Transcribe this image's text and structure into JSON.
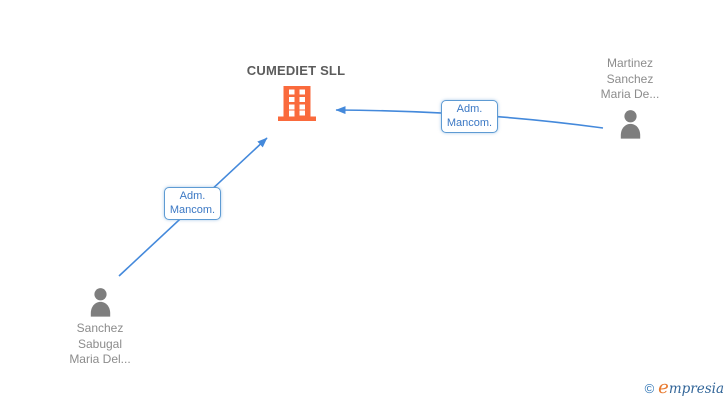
{
  "diagram": {
    "company": {
      "name": "CUMEDIET SLL",
      "icon": "building-icon",
      "color": "#FA6A3C"
    },
    "persons": [
      {
        "id": "martinez",
        "lines": [
          "Martinez",
          "Sanchez",
          "Maria De..."
        ]
      },
      {
        "id": "sanchez",
        "lines": [
          "Sanchez",
          "Sabugal",
          "Maria Del..."
        ]
      }
    ],
    "relations": [
      {
        "from": "martinez",
        "to": "CUMEDIET SLL",
        "label": [
          "Adm.",
          "Mancom."
        ]
      },
      {
        "from": "sanchez",
        "to": "CUMEDIET SLL",
        "label": [
          "Adm.",
          "Mancom."
        ]
      }
    ],
    "colors": {
      "edge_blue": "#4489DB",
      "label_text_blue": "#3B78C4",
      "label_border_blue": "#5E9BD3",
      "person_gray": "#7E7E7E",
      "name_text_gray": "#8C8C8C",
      "title_gray": "#5C5C5C",
      "building_orange": "#FA6A3C"
    }
  },
  "footer": {
    "copyright_symbol": "©",
    "brand_first_letter": "e",
    "brand_rest": "mpresia"
  }
}
